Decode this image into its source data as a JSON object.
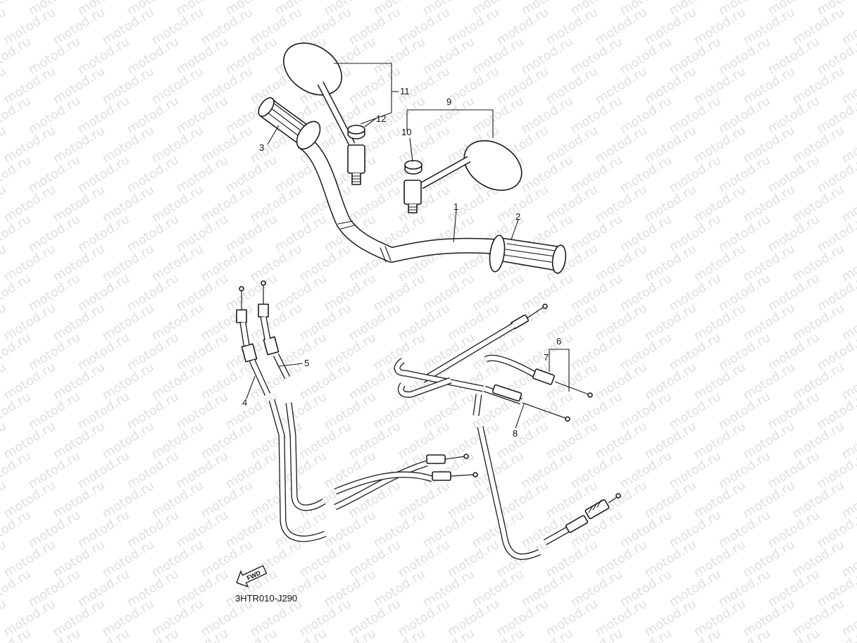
{
  "diagram": {
    "watermark_text": "motod.ru",
    "drawing_code": "3HTR010-J290",
    "fwd_label": "FWD",
    "callouts": [
      {
        "key": "c1",
        "label": "1"
      },
      {
        "key": "c2",
        "label": "2"
      },
      {
        "key": "c3",
        "label": "3"
      },
      {
        "key": "c4",
        "label": "4"
      },
      {
        "key": "c5",
        "label": "5"
      },
      {
        "key": "c6",
        "label": "6"
      },
      {
        "key": "c7",
        "label": "7"
      },
      {
        "key": "c8",
        "label": "8"
      },
      {
        "key": "c9",
        "label": "9"
      },
      {
        "key": "c10",
        "label": "10"
      },
      {
        "key": "c11",
        "label": "11"
      },
      {
        "key": "c12",
        "label": "12"
      }
    ]
  }
}
